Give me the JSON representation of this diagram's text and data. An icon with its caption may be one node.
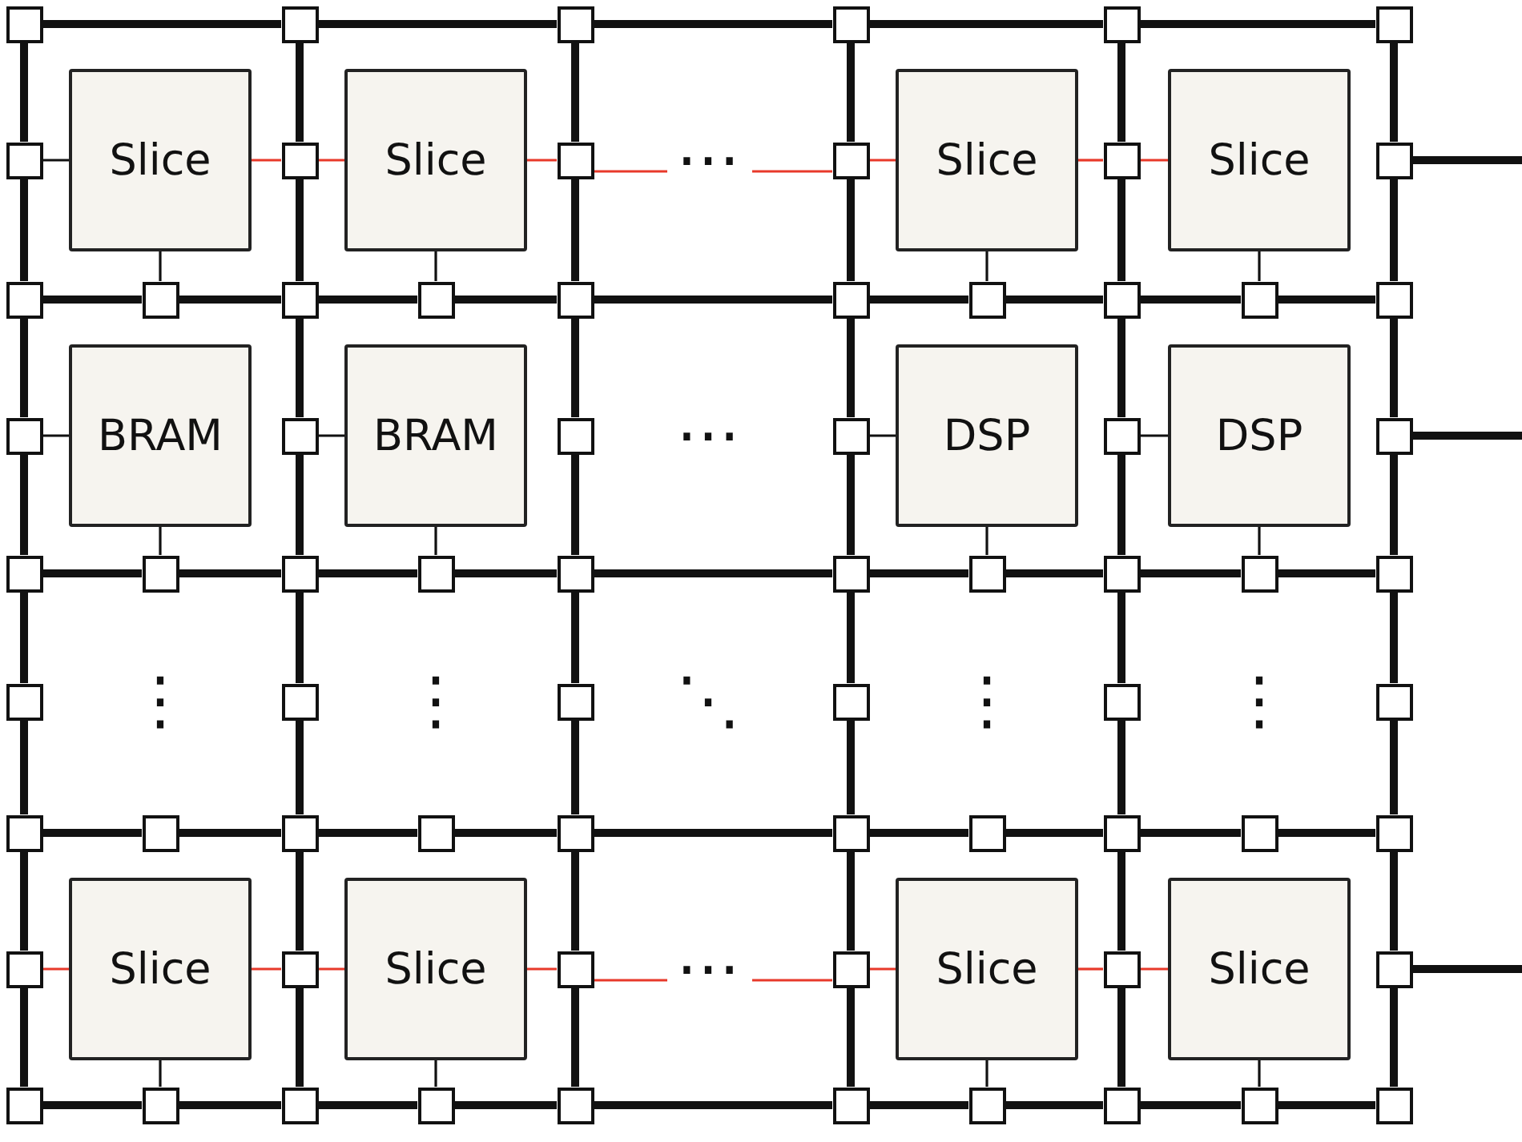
{
  "diagram": {
    "nodes": [
      {
        "text": [],
        "shape": "box"
      },
      {
        "text": [],
        "shape": "box"
      },
      {
        "text": [],
        "shape": "box"
      },
      {
        "text": [],
        "shape": "box"
      },
      {
        "text": [],
        "shape": "box"
      },
      {
        "text": [],
        "shape": "box"
      },
      {
        "text": [],
        "shape": "box"
      },
      {
        "text": [
          "Slice"
        ]
      },
      {
        "text": [],
        "shape": "box"
      },
      {
        "text": [
          "Slice"
        ]
      },
      {
        "text": [],
        "shape": "box"
      },
      {
        "text": [],
        "shape": "box"
      },
      {
        "text": [
          "Slice"
        ]
      },
      {
        "text": [],
        "shape": "box"
      },
      {
        "text": [
          "Slice"
        ]
      },
      {
        "text": [],
        "shape": "box"
      },
      {
        "text": [],
        "shape": "box"
      },
      {
        "text": [],
        "shape": "box"
      },
      {
        "text": [],
        "shape": "box"
      },
      {
        "text": [],
        "shape": "box"
      },
      {
        "text": [],
        "shape": "box"
      },
      {
        "text": [],
        "shape": "box"
      },
      {
        "text": [],
        "shape": "box"
      },
      {
        "text": [],
        "shape": "box"
      },
      {
        "text": [],
        "shape": "box"
      },
      {
        "text": [],
        "shape": "box"
      },
      {
        "text": [],
        "shape": "box"
      },
      {
        "text": [
          "BRAM"
        ]
      },
      {
        "text": [],
        "shape": "box"
      },
      {
        "text": [
          "BRAM"
        ]
      },
      {
        "text": [],
        "shape": "box"
      },
      {
        "text": [],
        "shape": "box"
      },
      {
        "text": [
          "DSP"
        ]
      },
      {
        "text": [],
        "shape": "box"
      },
      {
        "text": [
          "DSP"
        ]
      },
      {
        "text": [],
        "shape": "box"
      },
      {
        "text": [],
        "shape": "box"
      },
      {
        "text": [],
        "shape": "box"
      },
      {
        "text": [],
        "shape": "box"
      },
      {
        "text": [],
        "shape": "box"
      },
      {
        "text": [],
        "shape": "box"
      },
      {
        "text": [],
        "shape": "box"
      },
      {
        "text": [],
        "shape": "box"
      },
      {
        "text": [],
        "shape": "box"
      },
      {
        "text": [],
        "shape": "box"
      },
      {
        "text": [],
        "shape": "box"
      },
      {
        "text": [],
        "shape": "box"
      },
      {
        "text": [],
        "shape": "box"
      },
      {
        "text": [],
        "shape": "box"
      },
      {
        "text": [],
        "shape": "box"
      },
      {
        "text": [],
        "shape": "box"
      },
      {
        "text": [],
        "shape": "box"
      },
      {
        "text": [],
        "shape": "box"
      },
      {
        "text": [],
        "shape": "box"
      },
      {
        "text": [],
        "shape": "box"
      },
      {
        "text": [],
        "shape": "box"
      },
      {
        "text": [],
        "shape": "box"
      },
      {
        "text": [],
        "shape": "box"
      },
      {
        "text": [],
        "shape": "box"
      },
      {
        "text": [],
        "shape": "box"
      },
      {
        "text": [],
        "shape": "box"
      },
      {
        "text": [],
        "shape": "box"
      },
      {
        "text": [],
        "shape": "box"
      },
      {
        "text": [
          "Slice"
        ]
      },
      {
        "text": [],
        "shape": "box"
      },
      {
        "text": [
          "Slice"
        ]
      },
      {
        "text": [],
        "shape": "box"
      },
      {
        "text": [],
        "shape": "box"
      },
      {
        "text": [
          "Slice"
        ]
      },
      {
        "text": [],
        "shape": "box"
      },
      {
        "text": [
          "Slice"
        ]
      },
      {
        "text": [],
        "shape": "box"
      },
      {
        "text": [],
        "shape": "box"
      },
      {
        "text": [],
        "shape": "box"
      },
      {
        "text": [],
        "shape": "box"
      },
      {
        "text": [],
        "shape": "box"
      },
      {
        "text": [],
        "shape": "box"
      },
      {
        "text": [],
        "shape": "box"
      },
      {
        "text": [],
        "shape": "box"
      },
      {
        "text": [],
        "shape": "box"
      },
      {
        "text": [],
        "shape": "box"
      },
      {
        "text": [],
        "shape": "box"
      }
    ],
    "edges": [
      {
        "from": 0,
        "to": 1,
        "arrow": "none"
      },
      {
        "from": 1,
        "to": 2,
        "arrow": "none"
      },
      {
        "from": 2,
        "to": 3,
        "arrow": "none"
      },
      {
        "from": 3,
        "to": 4,
        "arrow": "none"
      },
      {
        "from": 4,
        "to": 5,
        "arrow": "none"
      },
      {
        "from": 16,
        "to": 17,
        "arrow": "none"
      },
      {
        "from": 17,
        "to": 18,
        "arrow": "none"
      },
      {
        "from": 18,
        "to": 19,
        "arrow": "none"
      },
      {
        "from": 19,
        "to": 20,
        "arrow": "none"
      },
      {
        "from": 20,
        "to": 21,
        "arrow": "none"
      },
      {
        "from": 21,
        "to": 22,
        "arrow": "none"
      },
      {
        "from": 22,
        "to": 23,
        "arrow": "none"
      },
      {
        "from": 23,
        "to": 24,
        "arrow": "none"
      },
      {
        "from": 24,
        "to": 25,
        "arrow": "none"
      },
      {
        "from": 36,
        "to": 37,
        "arrow": "none"
      },
      {
        "from": 37,
        "to": 38,
        "arrow": "none"
      },
      {
        "from": 38,
        "to": 39,
        "arrow": "none"
      },
      {
        "from": 39,
        "to": 40,
        "arrow": "none"
      },
      {
        "from": 40,
        "to": 41,
        "arrow": "none"
      },
      {
        "from": 41,
        "to": 42,
        "arrow": "none"
      },
      {
        "from": 42,
        "to": 43,
        "arrow": "none"
      },
      {
        "from": 43,
        "to": 44,
        "arrow": "none"
      },
      {
        "from": 44,
        "to": 45,
        "arrow": "none"
      },
      {
        "from": 52,
        "to": 53,
        "arrow": "none"
      },
      {
        "from": 53,
        "to": 54,
        "arrow": "none"
      },
      {
        "from": 54,
        "to": 55,
        "arrow": "none"
      },
      {
        "from": 55,
        "to": 56,
        "arrow": "none"
      },
      {
        "from": 56,
        "to": 57,
        "arrow": "none"
      },
      {
        "from": 57,
        "to": 58,
        "arrow": "none"
      },
      {
        "from": 58,
        "to": 59,
        "arrow": "none"
      },
      {
        "from": 59,
        "to": 60,
        "arrow": "none"
      },
      {
        "from": 60,
        "to": 61,
        "arrow": "none"
      },
      {
        "from": 72,
        "to": 73,
        "arrow": "none"
      },
      {
        "from": 73,
        "to": 74,
        "arrow": "none"
      },
      {
        "from": 74,
        "to": 75,
        "arrow": "none"
      },
      {
        "from": 75,
        "to": 76,
        "arrow": "none"
      },
      {
        "from": 76,
        "to": 77,
        "arrow": "none"
      },
      {
        "from": 77,
        "to": 78,
        "arrow": "none"
      },
      {
        "from": 78,
        "to": 79,
        "arrow": "none"
      },
      {
        "from": 79,
        "to": 80,
        "arrow": "none"
      },
      {
        "from": 80,
        "to": 81,
        "arrow": "none"
      },
      {
        "from": 15,
        "to": null,
        "arrow": "none"
      },
      {
        "from": 35,
        "to": null,
        "arrow": "none"
      },
      {
        "from": 71,
        "to": null,
        "arrow": "none"
      },
      {
        "from": 0,
        "to": 6,
        "arrow": "none"
      },
      {
        "from": 6,
        "to": 16,
        "arrow": "none"
      },
      {
        "from": 16,
        "to": 26,
        "arrow": "none"
      },
      {
        "from": 26,
        "to": 36,
        "arrow": "none"
      },
      {
        "from": 36,
        "to": 46,
        "arrow": "none"
      },
      {
        "from": 46,
        "to": 52,
        "arrow": "none"
      },
      {
        "from": 52,
        "to": 62,
        "arrow": "none"
      },
      {
        "from": 62,
        "to": 72,
        "arrow": "none"
      },
      {
        "from": 1,
        "to": 8,
        "arrow": "none"
      },
      {
        "from": 8,
        "to": 18,
        "arrow": "none"
      },
      {
        "from": 18,
        "to": 28,
        "arrow": "none"
      },
      {
        "from": 28,
        "to": 38,
        "arrow": "none"
      },
      {
        "from": 38,
        "to": 47,
        "arrow": "none"
      },
      {
        "from": 47,
        "to": 54,
        "arrow": "none"
      },
      {
        "from": 54,
        "to": 64,
        "arrow": "none"
      },
      {
        "from": 64,
        "to": 74,
        "arrow": "none"
      },
      {
        "from": 2,
        "to": 10,
        "arrow": "none"
      },
      {
        "from": 10,
        "to": 20,
        "arrow": "none"
      },
      {
        "from": 20,
        "to": 30,
        "arrow": "none"
      },
      {
        "from": 30,
        "to": 40,
        "arrow": "none"
      },
      {
        "from": 40,
        "to": 48,
        "arrow": "none"
      },
      {
        "from": 48,
        "to": 56,
        "arrow": "none"
      },
      {
        "from": 56,
        "to": 66,
        "arrow": "none"
      },
      {
        "from": 66,
        "to": 76,
        "arrow": "none"
      },
      {
        "from": 3,
        "to": 11,
        "arrow": "none"
      },
      {
        "from": 11,
        "to": 21,
        "arrow": "none"
      },
      {
        "from": 21,
        "to": 31,
        "arrow": "none"
      },
      {
        "from": 31,
        "to": 41,
        "arrow": "none"
      },
      {
        "from": 41,
        "to": 49,
        "arrow": "none"
      },
      {
        "from": 49,
        "to": 57,
        "arrow": "none"
      },
      {
        "from": 57,
        "to": 67,
        "arrow": "none"
      },
      {
        "from": 67,
        "to": 77,
        "arrow": "none"
      },
      {
        "from": 4,
        "to": 13,
        "arrow": "none"
      },
      {
        "from": 13,
        "to": 23,
        "arrow": "none"
      },
      {
        "from": 23,
        "to": 33,
        "arrow": "none"
      },
      {
        "from": 33,
        "to": 43,
        "arrow": "none"
      },
      {
        "from": 43,
        "to": 50,
        "arrow": "none"
      },
      {
        "from": 50,
        "to": 59,
        "arrow": "none"
      },
      {
        "from": 59,
        "to": 69,
        "arrow": "none"
      },
      {
        "from": 69,
        "to": 79,
        "arrow": "none"
      },
      {
        "from": 5,
        "to": 15,
        "arrow": "none"
      },
      {
        "from": 15,
        "to": 25,
        "arrow": "none"
      },
      {
        "from": 25,
        "to": 35,
        "arrow": "none"
      },
      {
        "from": 35,
        "to": 45,
        "arrow": "none"
      },
      {
        "from": 45,
        "to": 51,
        "arrow": "none"
      },
      {
        "from": 51,
        "to": 61,
        "arrow": "none"
      },
      {
        "from": 61,
        "to": 71,
        "arrow": "none"
      },
      {
        "from": 71,
        "to": 81,
        "arrow": "none"
      },
      {
        "from": 6,
        "to": 7,
        "arrow": "none"
      },
      {
        "from": 7,
        "to": 8,
        "arrow": "none",
        "color": "#e8392a"
      },
      {
        "from": 8,
        "to": 9,
        "arrow": "none",
        "color": "#e8392a"
      },
      {
        "from": 9,
        "to": 10,
        "arrow": "none",
        "color": "#e8392a"
      },
      {
        "from": 10,
        "to": null,
        "arrow": "none",
        "color": "#e8392a"
      },
      {
        "from": null,
        "to": 11,
        "arrow": "none",
        "color": "#e8392a"
      },
      {
        "from": 11,
        "to": 12,
        "arrow": "none",
        "color": "#e8392a"
      },
      {
        "from": 12,
        "to": 13,
        "arrow": "none",
        "color": "#e8392a"
      },
      {
        "from": 13,
        "to": 14,
        "arrow": "none",
        "color": "#e8392a"
      },
      {
        "from": 7,
        "to": 17,
        "arrow": "none"
      },
      {
        "from": 9,
        "to": 19,
        "arrow": "none"
      },
      {
        "from": 12,
        "to": 22,
        "arrow": "none"
      },
      {
        "from": 14,
        "to": 24,
        "arrow": "none"
      },
      {
        "from": 26,
        "to": 27,
        "arrow": "none"
      },
      {
        "from": 28,
        "to": 29,
        "arrow": "none"
      },
      {
        "from": 31,
        "to": 32,
        "arrow": "none"
      },
      {
        "from": 33,
        "to": 34,
        "arrow": "none"
      },
      {
        "from": 27,
        "to": 37,
        "arrow": "none"
      },
      {
        "from": 29,
        "to": 39,
        "arrow": "none"
      },
      {
        "from": 32,
        "to": 42,
        "arrow": "none"
      },
      {
        "from": 34,
        "to": 44,
        "arrow": "none"
      },
      {
        "from": 62,
        "to": 63,
        "arrow": "none",
        "color": "#e8392a"
      },
      {
        "from": 63,
        "to": 64,
        "arrow": "none",
        "color": "#e8392a"
      },
      {
        "from": 64,
        "to": 65,
        "arrow": "none",
        "color": "#e8392a"
      },
      {
        "from": 65,
        "to": 66,
        "arrow": "none",
        "color": "#e8392a"
      },
      {
        "from": 66,
        "to": null,
        "arrow": "none",
        "color": "#e8392a"
      },
      {
        "from": null,
        "to": 67,
        "arrow": "none",
        "color": "#e8392a"
      },
      {
        "from": 67,
        "to": 68,
        "arrow": "none",
        "color": "#e8392a"
      },
      {
        "from": 68,
        "to": 69,
        "arrow": "none",
        "color": "#e8392a"
      },
      {
        "from": 69,
        "to": 70,
        "arrow": "none",
        "color": "#e8392a"
      },
      {
        "from": 63,
        "to": 73,
        "arrow": "none"
      },
      {
        "from": 65,
        "to": 75,
        "arrow": "none"
      },
      {
        "from": 68,
        "to": 78,
        "arrow": "none"
      },
      {
        "from": 70,
        "to": 80,
        "arrow": "none"
      }
    ],
    "labels": [
      "⋯",
      "⋯",
      "⋮",
      "⋮",
      "⋱",
      "⋮",
      "⋮",
      "⋯"
    ]
  }
}
